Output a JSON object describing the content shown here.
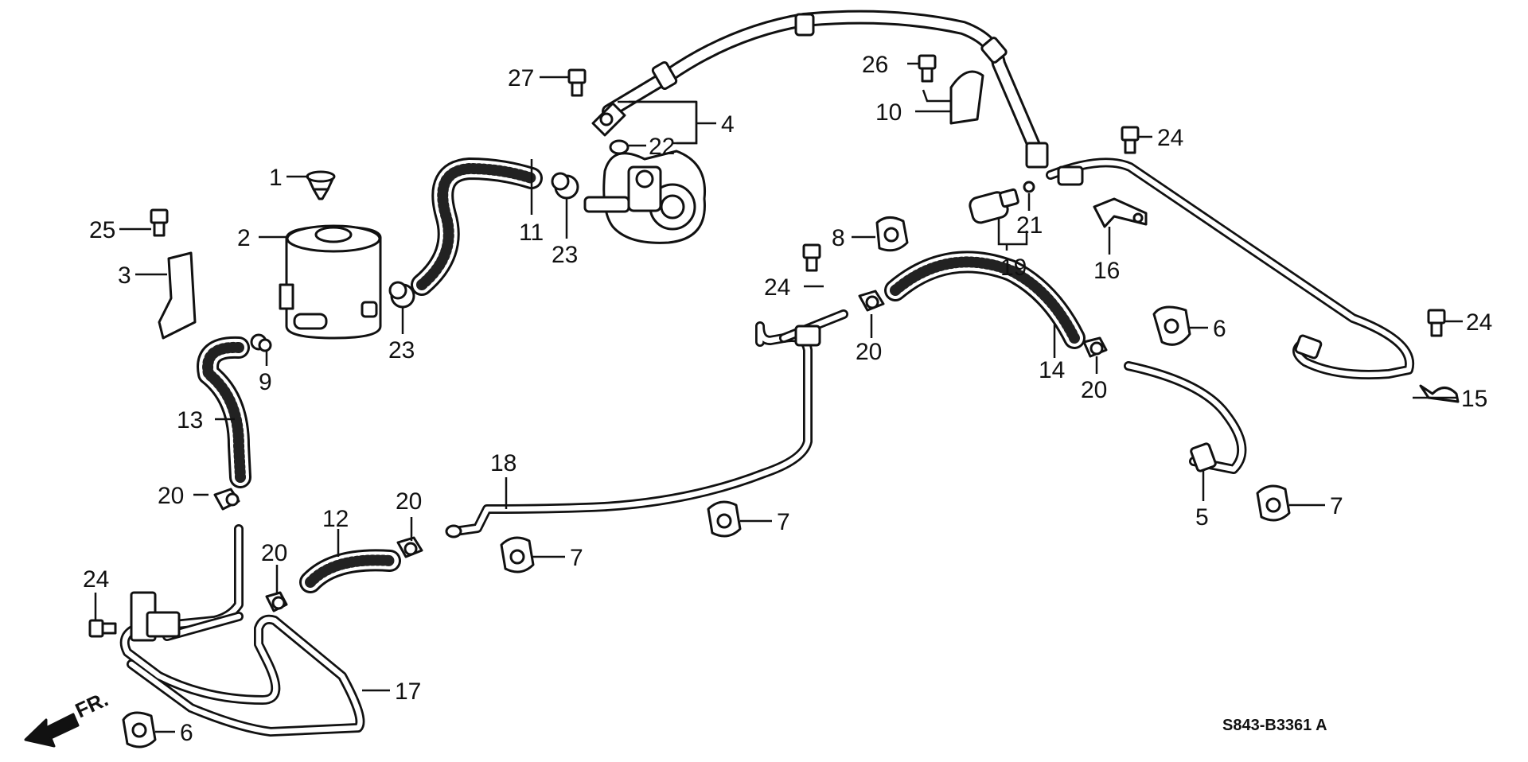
{
  "diagram": {
    "reference_code": "S843-B3361 A",
    "direction_label": "FR.",
    "callouts": {
      "c1": "1",
      "c2": "2",
      "c3": "3",
      "c4": "4",
      "c5": "5",
      "c6a": "6",
      "c6b": "6",
      "c7a": "7",
      "c7b": "7",
      "c7c": "7",
      "c8": "8",
      "c9": "9",
      "c10": "10",
      "c11": "11",
      "c12": "12",
      "c13": "13",
      "c14": "14",
      "c15": "15",
      "c16": "16",
      "c17": "17",
      "c18": "18",
      "c19": "19",
      "c20a": "20",
      "c20b": "20",
      "c20c": "20",
      "c20d": "20",
      "c20e": "20",
      "c21": "21",
      "c22": "22",
      "c23a": "23",
      "c23b": "23",
      "c24a": "24",
      "c24b": "24",
      "c24c": "24",
      "c24d": "24",
      "c25": "25",
      "c26": "26",
      "c27": "27"
    }
  }
}
